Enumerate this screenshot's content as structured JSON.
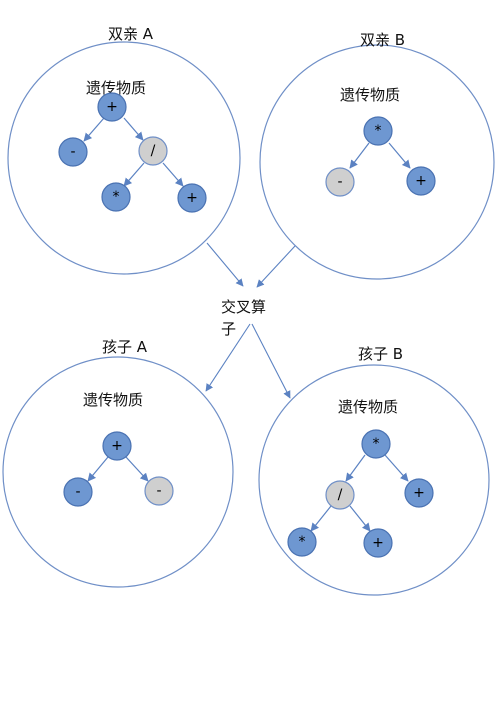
{
  "labels": {
    "parent_a": "双亲  A",
    "parent_b": "双亲 B",
    "child_a": "孩子 A",
    "child_b": "孩子 B",
    "genetic_material": "遗传物质",
    "operator_line1": "交叉算",
    "operator_line2": "子"
  },
  "trees": {
    "parent_a": {
      "root": "+",
      "left": "-",
      "right": "/",
      "right_left": "*",
      "right_right": "+"
    },
    "parent_b": {
      "root": "*",
      "left": "-",
      "right": "+"
    },
    "child_a": {
      "root": "+",
      "left": "-",
      "right": "-"
    },
    "child_b": {
      "root": "*",
      "left": "/",
      "right": "+",
      "left_left": "*",
      "left_right": "+"
    }
  },
  "colors": {
    "node_blue": "#6e97d1",
    "node_gray": "#cfcfcf",
    "stroke": "#5b82c2"
  }
}
